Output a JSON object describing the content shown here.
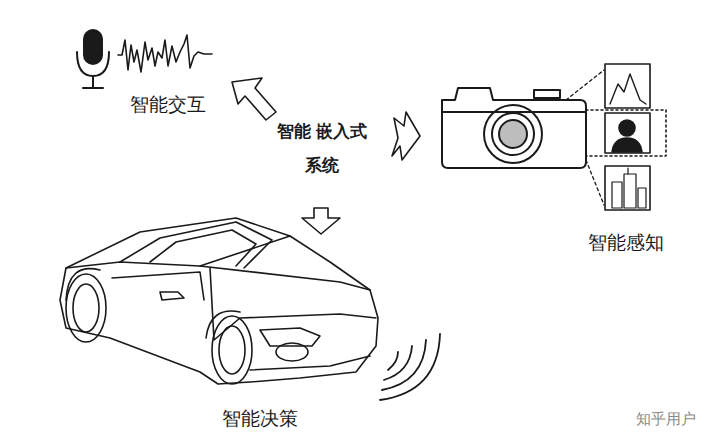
{
  "diagram": {
    "labels": [
      "智能交互",
      "智能 嵌入式系统",
      "智能感知",
      "智能决策",
      "知乎用户"
    ]
  }
}
